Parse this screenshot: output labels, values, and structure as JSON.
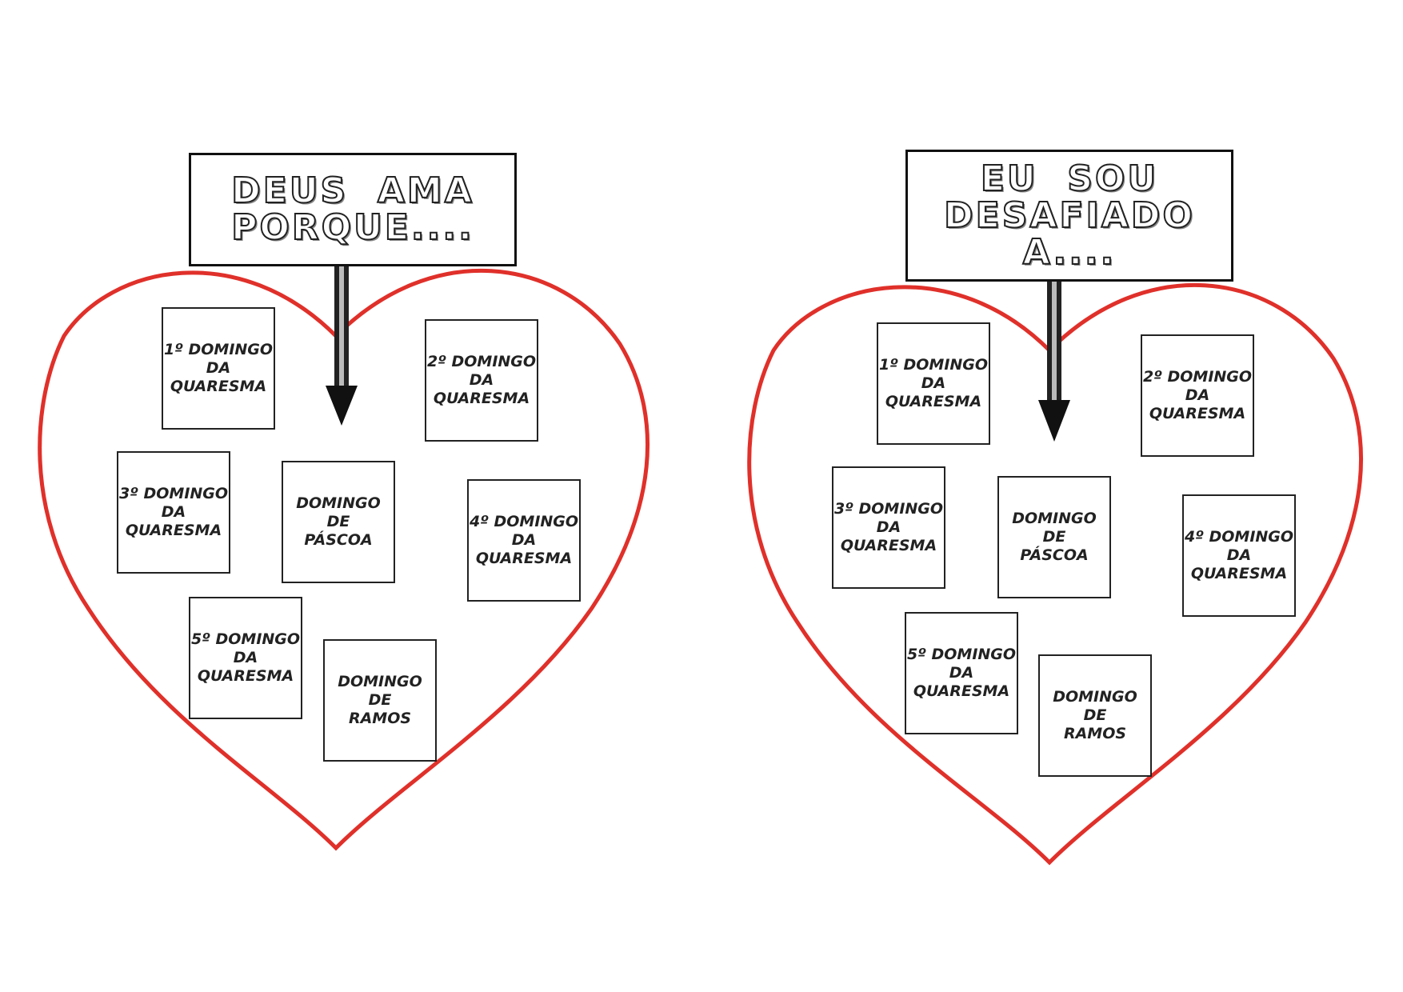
{
  "panels": [
    {
      "title_lines": [
        "DEUS  AMA",
        "PORQUE...."
      ],
      "cards": [
        {
          "id": "domingo-1",
          "label": "1º DOMINGO\nDA\nQUARESMA"
        },
        {
          "id": "domingo-2",
          "label": "2º DOMINGO\nDA\nQUARESMA"
        },
        {
          "id": "domingo-3",
          "label": "3º DOMINGO\nDA\nQUARESMA"
        },
        {
          "id": "pascoa",
          "label": "DOMINGO\nDE\nPÁSCOA"
        },
        {
          "id": "domingo-4",
          "label": "4º DOMINGO\nDA\nQUARESMA"
        },
        {
          "id": "domingo-5",
          "label": "5º DOMINGO\nDA\nQUARESMA"
        },
        {
          "id": "ramos",
          "label": "DOMINGO DE\nRAMOS"
        }
      ]
    },
    {
      "title_lines": [
        "EU  SOU",
        "DESAFIADO",
        "A...."
      ],
      "cards": [
        {
          "id": "domingo-1",
          "label": "1º DOMINGO\nDA\nQUARESMA"
        },
        {
          "id": "domingo-2",
          "label": "2º DOMINGO\nDA\nQUARESMA"
        },
        {
          "id": "domingo-3",
          "label": "3º DOMINGO\nDA\nQUARESMA"
        },
        {
          "id": "pascoa",
          "label": "DOMINGO\nDE\nPÁSCOA"
        },
        {
          "id": "domingo-4",
          "label": "4º DOMINGO\nDA\nQUARESMA"
        },
        {
          "id": "domingo-5",
          "label": "5º DOMINGO\nDA\nQUARESMA"
        },
        {
          "id": "ramos",
          "label": "DOMINGO DE\nRAMOS"
        }
      ]
    }
  ],
  "colors": {
    "heart": "#e0302a",
    "ink": "#111111"
  },
  "icons": {
    "heart": "heart-outline-icon",
    "arrow": "down-arrow-icon"
  }
}
